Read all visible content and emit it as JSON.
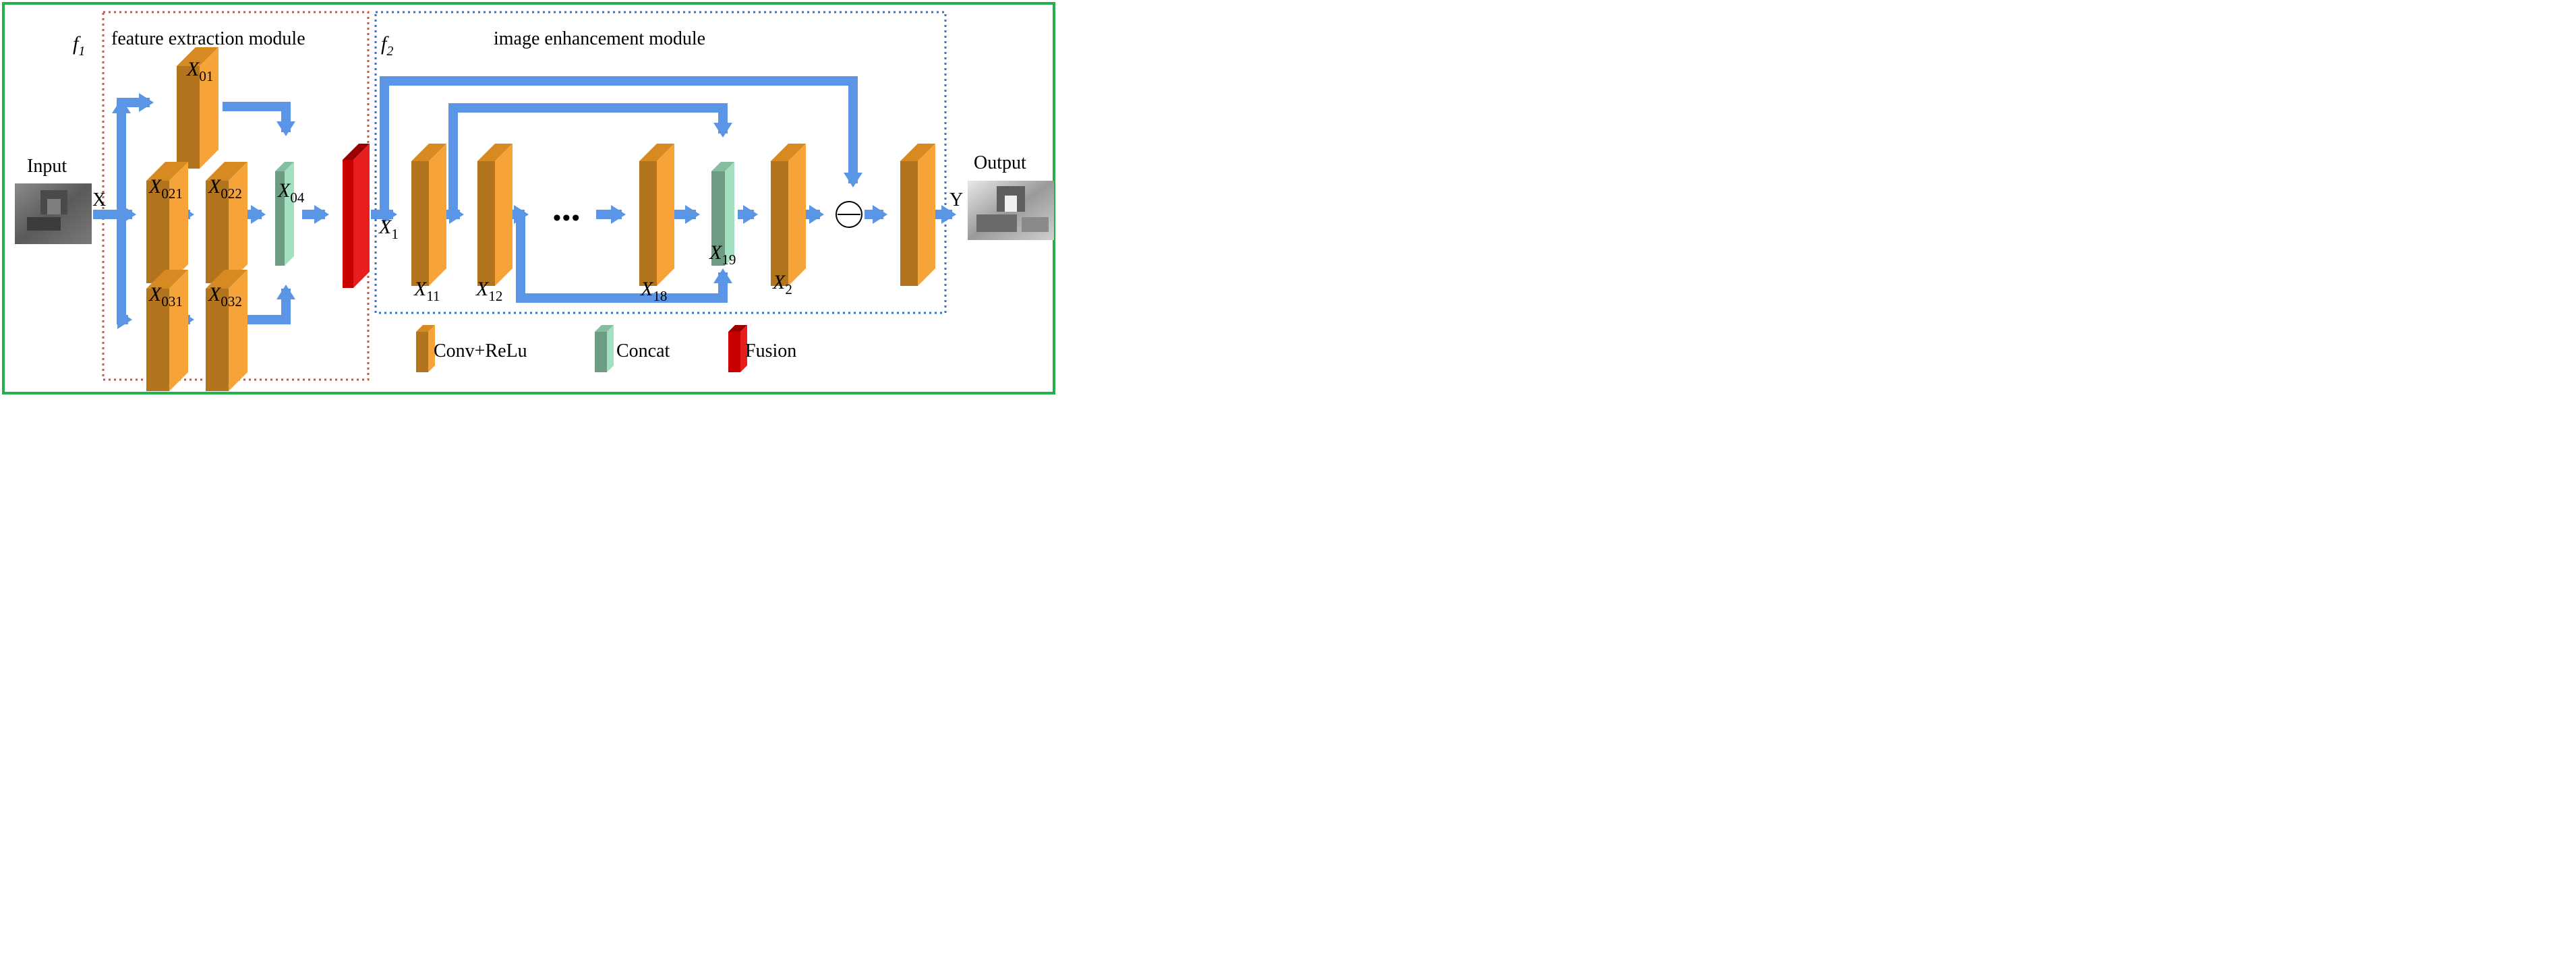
{
  "input_label": "Input",
  "output_label": "Output",
  "input_var": "X",
  "output_var": "Y",
  "module1": {
    "f_base": "f",
    "f_sub": "1",
    "title": "feature extraction module"
  },
  "module2": {
    "f_base": "f",
    "f_sub": "2",
    "title": "image enhancement module"
  },
  "blocks": {
    "x01": {
      "base": "X",
      "sub": "01"
    },
    "x021": {
      "base": "X",
      "sub": "021"
    },
    "x022": {
      "base": "X",
      "sub": "022"
    },
    "x04": {
      "base": "X",
      "sub": "04"
    },
    "x031": {
      "base": "X",
      "sub": "031"
    },
    "x032": {
      "base": "X",
      "sub": "032"
    },
    "x1": {
      "base": "X",
      "sub": "1"
    },
    "x11": {
      "base": "X",
      "sub": "11"
    },
    "x12": {
      "base": "X",
      "sub": "12"
    },
    "x18": {
      "base": "X",
      "sub": "18"
    },
    "x19": {
      "base": "X",
      "sub": "19"
    },
    "x2": {
      "base": "X",
      "sub": "2"
    }
  },
  "ellipsis": "•••",
  "legend": {
    "conv": "Conv+ReLu",
    "concat": "Concat",
    "fusion": "Fusion"
  },
  "colors": {
    "conv_front": "#B2741C",
    "conv_side": "#F6A43A",
    "conv_top": "#D88A22",
    "concat_front": "#6E9C82",
    "concat_side": "#A3E0C0",
    "concat_top": "#86BCA0",
    "fusion_front": "#C80000",
    "fusion_side": "#E81E1E",
    "fusion_top": "#9A0000",
    "arrow": "#5B96E6",
    "frame": "#22B14C",
    "module1_border": "#E24C3A",
    "module2_border": "#2F6FD8"
  }
}
